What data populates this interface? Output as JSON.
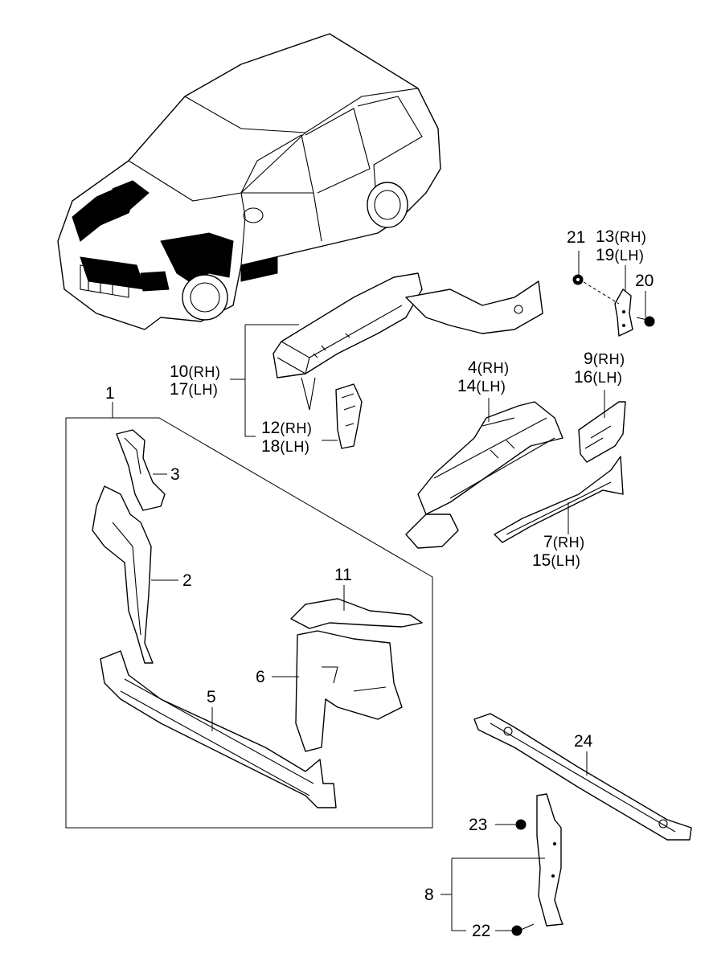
{
  "diagram": {
    "title": "Front body structure / radiator support parts",
    "callouts": [
      {
        "id": "1",
        "number": "1",
        "side": ""
      },
      {
        "id": "2",
        "number": "2",
        "side": ""
      },
      {
        "id": "3",
        "number": "3",
        "side": ""
      },
      {
        "id": "4",
        "number": "4",
        "side": "(RH)"
      },
      {
        "id": "14",
        "number": "14",
        "side": "(LH)"
      },
      {
        "id": "5",
        "number": "5",
        "side": ""
      },
      {
        "id": "6",
        "number": "6",
        "side": ""
      },
      {
        "id": "7",
        "number": "7",
        "side": "(RH)"
      },
      {
        "id": "15",
        "number": "15",
        "side": "(LH)"
      },
      {
        "id": "8",
        "number": "8",
        "side": ""
      },
      {
        "id": "9",
        "number": "9",
        "side": "(RH)"
      },
      {
        "id": "16",
        "number": "16",
        "side": "(LH)"
      },
      {
        "id": "10",
        "number": "10",
        "side": "(RH)"
      },
      {
        "id": "17",
        "number": "17",
        "side": "(LH)"
      },
      {
        "id": "11",
        "number": "11",
        "side": ""
      },
      {
        "id": "12",
        "number": "12",
        "side": "(RH)"
      },
      {
        "id": "18",
        "number": "18",
        "side": "(LH)"
      },
      {
        "id": "13",
        "number": "13",
        "side": "(RH)"
      },
      {
        "id": "19",
        "number": "19",
        "side": "(LH)"
      },
      {
        "id": "20",
        "number": "20",
        "side": ""
      },
      {
        "id": "21",
        "number": "21",
        "side": ""
      },
      {
        "id": "22",
        "number": "22",
        "side": ""
      },
      {
        "id": "23",
        "number": "23",
        "side": ""
      },
      {
        "id": "24",
        "number": "24",
        "side": ""
      }
    ]
  }
}
